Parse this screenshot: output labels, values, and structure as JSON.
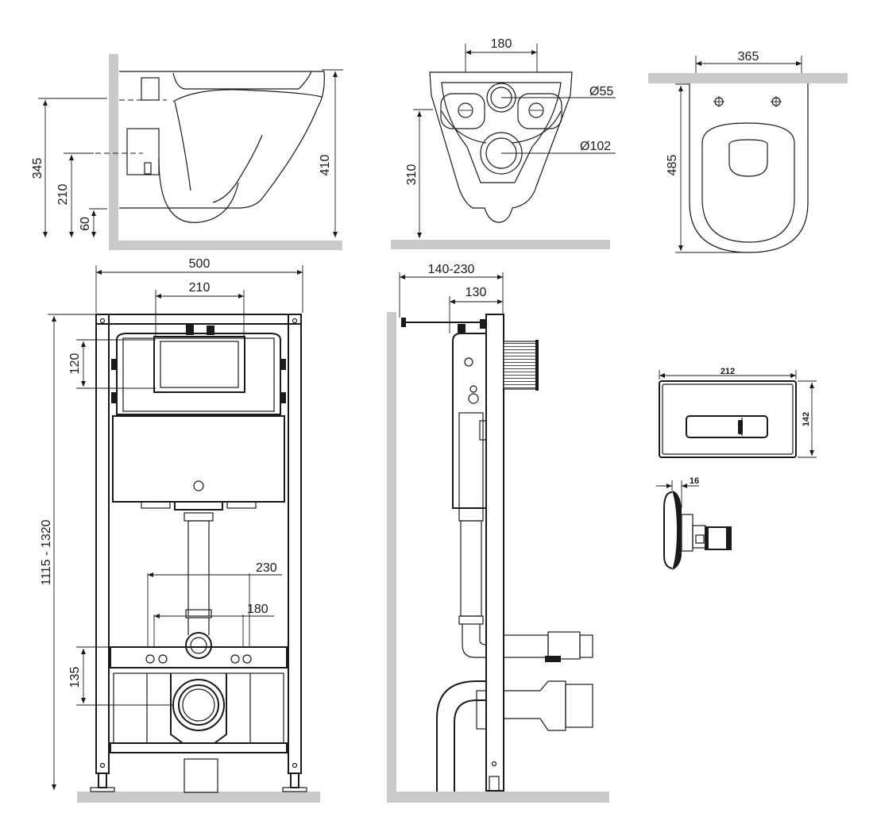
{
  "views": {
    "bowl_side": {
      "dims": {
        "total_height": "410",
        "inlet_height": "345",
        "outlet_height": "210",
        "floor_offset": "60"
      }
    },
    "bowl_rear": {
      "dims": {
        "bolt_spacing": "180",
        "flush_diameter": "Ø55",
        "outlet_diameter": "Ø102",
        "outlet_height": "310"
      }
    },
    "bowl_top": {
      "dims": {
        "width": "365",
        "length": "485"
      }
    },
    "frame_front": {
      "dims": {
        "frame_width": "500",
        "tank_window": "210",
        "height_range": "1115 - 1320",
        "window_height": "120",
        "bolt_spacing_outer": "230",
        "bolt_spacing_inner": "180",
        "outlet_center": "135"
      }
    },
    "frame_side": {
      "dims": {
        "depth_range": "140-230",
        "depth": "130"
      }
    },
    "flush_plate": {
      "dims": {
        "width": "212",
        "height": "142",
        "thickness": "16"
      }
    }
  }
}
